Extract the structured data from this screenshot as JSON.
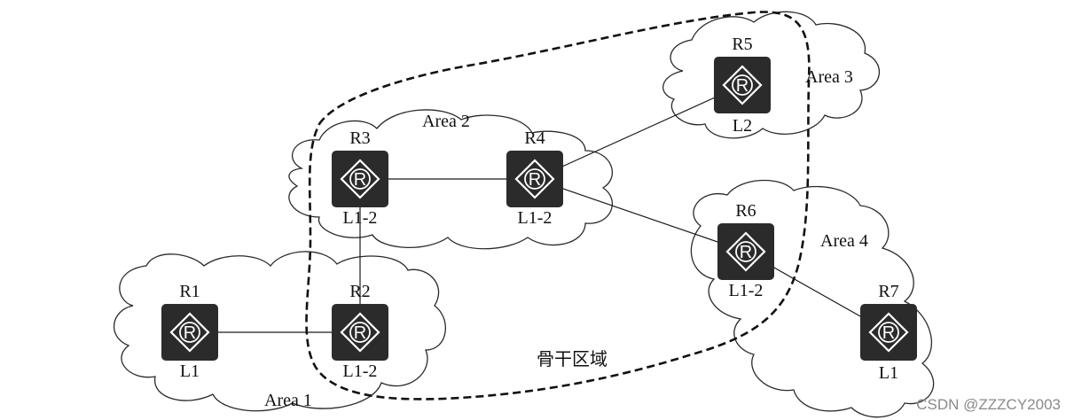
{
  "diagram": {
    "title": "IS-IS network topology",
    "areas": [
      {
        "id": "area1",
        "label": "Area 1"
      },
      {
        "id": "area2",
        "label": "Area 2"
      },
      {
        "id": "area3",
        "label": "Area 3"
      },
      {
        "id": "area4",
        "label": "Area 4"
      }
    ],
    "routers": [
      {
        "id": "R1",
        "name": "R1",
        "icon": "router-icon",
        "glyph": "R",
        "level": "L1"
      },
      {
        "id": "R2",
        "name": "R2",
        "icon": "router-icon",
        "glyph": "R",
        "level": "L1-2"
      },
      {
        "id": "R3",
        "name": "R3",
        "icon": "router-icon",
        "glyph": "R",
        "level": "L1-2"
      },
      {
        "id": "R4",
        "name": "R4",
        "icon": "router-icon",
        "glyph": "R",
        "level": "L1-2"
      },
      {
        "id": "R5",
        "name": "R5",
        "icon": "router-icon",
        "glyph": "R",
        "level": "L2"
      },
      {
        "id": "R6",
        "name": "R6",
        "icon": "router-icon",
        "glyph": "R",
        "level": "L1-2"
      },
      {
        "id": "R7",
        "name": "R7",
        "icon": "router-icon",
        "glyph": "R",
        "level": "L1"
      }
    ],
    "links": [
      {
        "from": "R1",
        "to": "R2"
      },
      {
        "from": "R2",
        "to": "R3"
      },
      {
        "from": "R3",
        "to": "R4"
      },
      {
        "from": "R4",
        "to": "R5"
      },
      {
        "from": "R4",
        "to": "R6"
      },
      {
        "from": "R6",
        "to": "R7"
      }
    ],
    "backbone_label": "骨干区域",
    "watermark": "CSDN @ZZZCY2003"
  }
}
